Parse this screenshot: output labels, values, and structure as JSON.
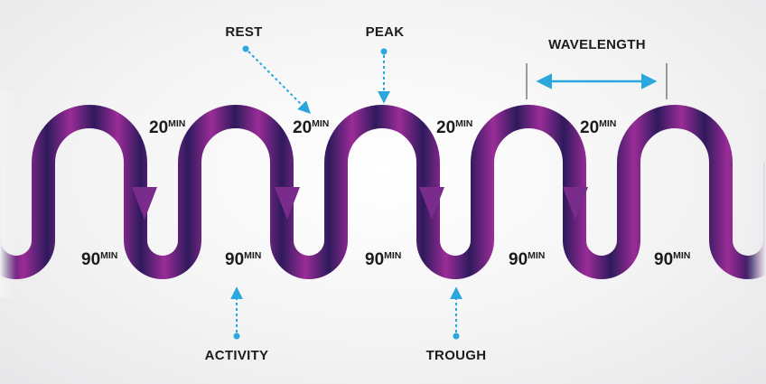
{
  "labels": {
    "rest": "REST",
    "peak": "PEAK",
    "wavelength": "WAVELENGTH",
    "activity": "ACTIVITY",
    "trough": "TROUGH"
  },
  "segments": {
    "rest_number": "20",
    "activity_number": "90",
    "unit": "MIN"
  },
  "colors": {
    "wave_dark": "#2e1a5c",
    "wave_light": "#9b2c98",
    "annotation": "#2aa7dc",
    "marker": "#9a9a9a",
    "text": "#1c1c1c"
  },
  "icons": {
    "direction_markers": "triangle-down-icon",
    "pointer_dot": "dot-icon"
  }
}
